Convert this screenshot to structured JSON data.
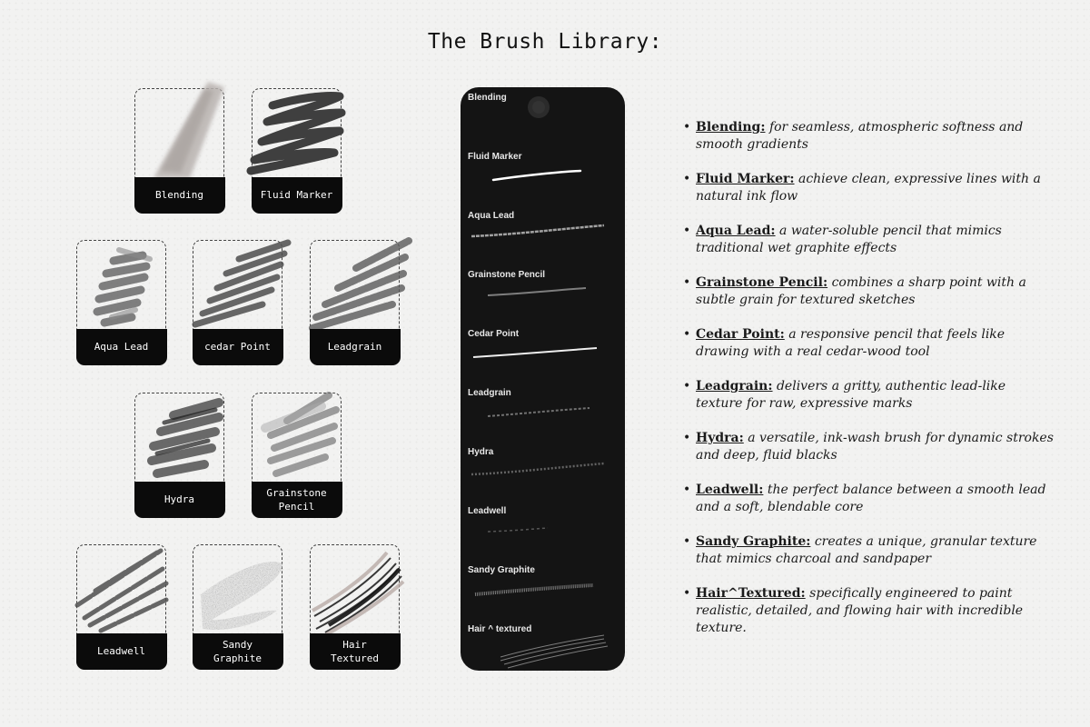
{
  "header": {
    "title": "The Brush Library:"
  },
  "cards": [
    {
      "label": "Blending"
    },
    {
      "label": "Fluid Marker"
    },
    {
      "label": "Aqua Lead"
    },
    {
      "label": "cedar Point"
    },
    {
      "label": "Leadgrain"
    },
    {
      "label": "Hydra"
    },
    {
      "label": "Grainstone\nPencil"
    },
    {
      "label": "Leadwell"
    },
    {
      "label": "Sandy Graphite"
    },
    {
      "label": "Hair\nTextured"
    }
  ],
  "panel": {
    "brushes": [
      "Blending",
      "Fluid Marker",
      "Aqua Lead",
      "Grainstone Pencil",
      "Cedar Point",
      "Leadgrain",
      "Hydra",
      "Leadwell",
      "Sandy Graphite",
      "Hair ^ textured"
    ]
  },
  "descriptions": [
    {
      "name": "Blending:",
      "text": "for seamless, atmospheric softness and smooth gradients"
    },
    {
      "name": "Fluid Marker:",
      "text": "achieve clean, expressive lines with a natural ink flow"
    },
    {
      "name": "Aqua Lead:",
      "text": "a water-soluble pencil that mimics traditional wet graphite effects"
    },
    {
      "name": "Grainstone Pencil:",
      "text": "combines a sharp point with a subtle grain for textured sketches"
    },
    {
      "name": "Cedar Point:",
      "text": "a responsive pencil that feels like drawing with a real cedar-wood tool"
    },
    {
      "name": "Leadgrain:",
      "text": "delivers a gritty, authentic lead-like texture for raw, expressive marks"
    },
    {
      "name": "Hydra:",
      "text": "a versatile, ink-wash brush for dynamic strokes and deep, fluid blacks"
    },
    {
      "name": "Leadwell:",
      "text": "the perfect balance between a smooth lead and a soft, blendable core"
    },
    {
      "name": "Sandy Graphite:",
      "text": "creates a unique, granular texture that mimics charcoal and sandpaper"
    },
    {
      "name": "Hair^Textured:",
      "text": "specifically engineered to paint realistic, detailed, and flowing hair with incredible texture."
    }
  ],
  "colors": {
    "background": "#f2f2f1",
    "panel": "#141414",
    "label_bar": "#0b0b0b",
    "text": "#1a1a1a"
  }
}
